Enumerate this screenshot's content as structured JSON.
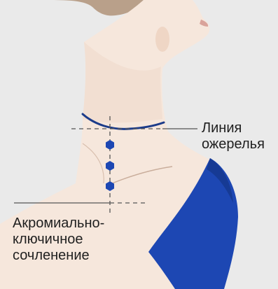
{
  "labels": {
    "necklace_line": [
      "Линия",
      "ожерелья"
    ],
    "acromioclavicular_joint": [
      "Акромиально-",
      "ключичное",
      "сочленение"
    ]
  },
  "colors": {
    "background": "#ffffff",
    "backdrop": "#e9e9e9",
    "skin": "#f6e7dc",
    "skin_shadow": "#eed7c7",
    "hair": "#b9a08a",
    "garment": "#1d47b3",
    "necklace": "#1c3c8a",
    "markers": "#1d47b3",
    "guide_lines": "#555555"
  },
  "icons": [
    "hexagon-marker-icon"
  ]
}
